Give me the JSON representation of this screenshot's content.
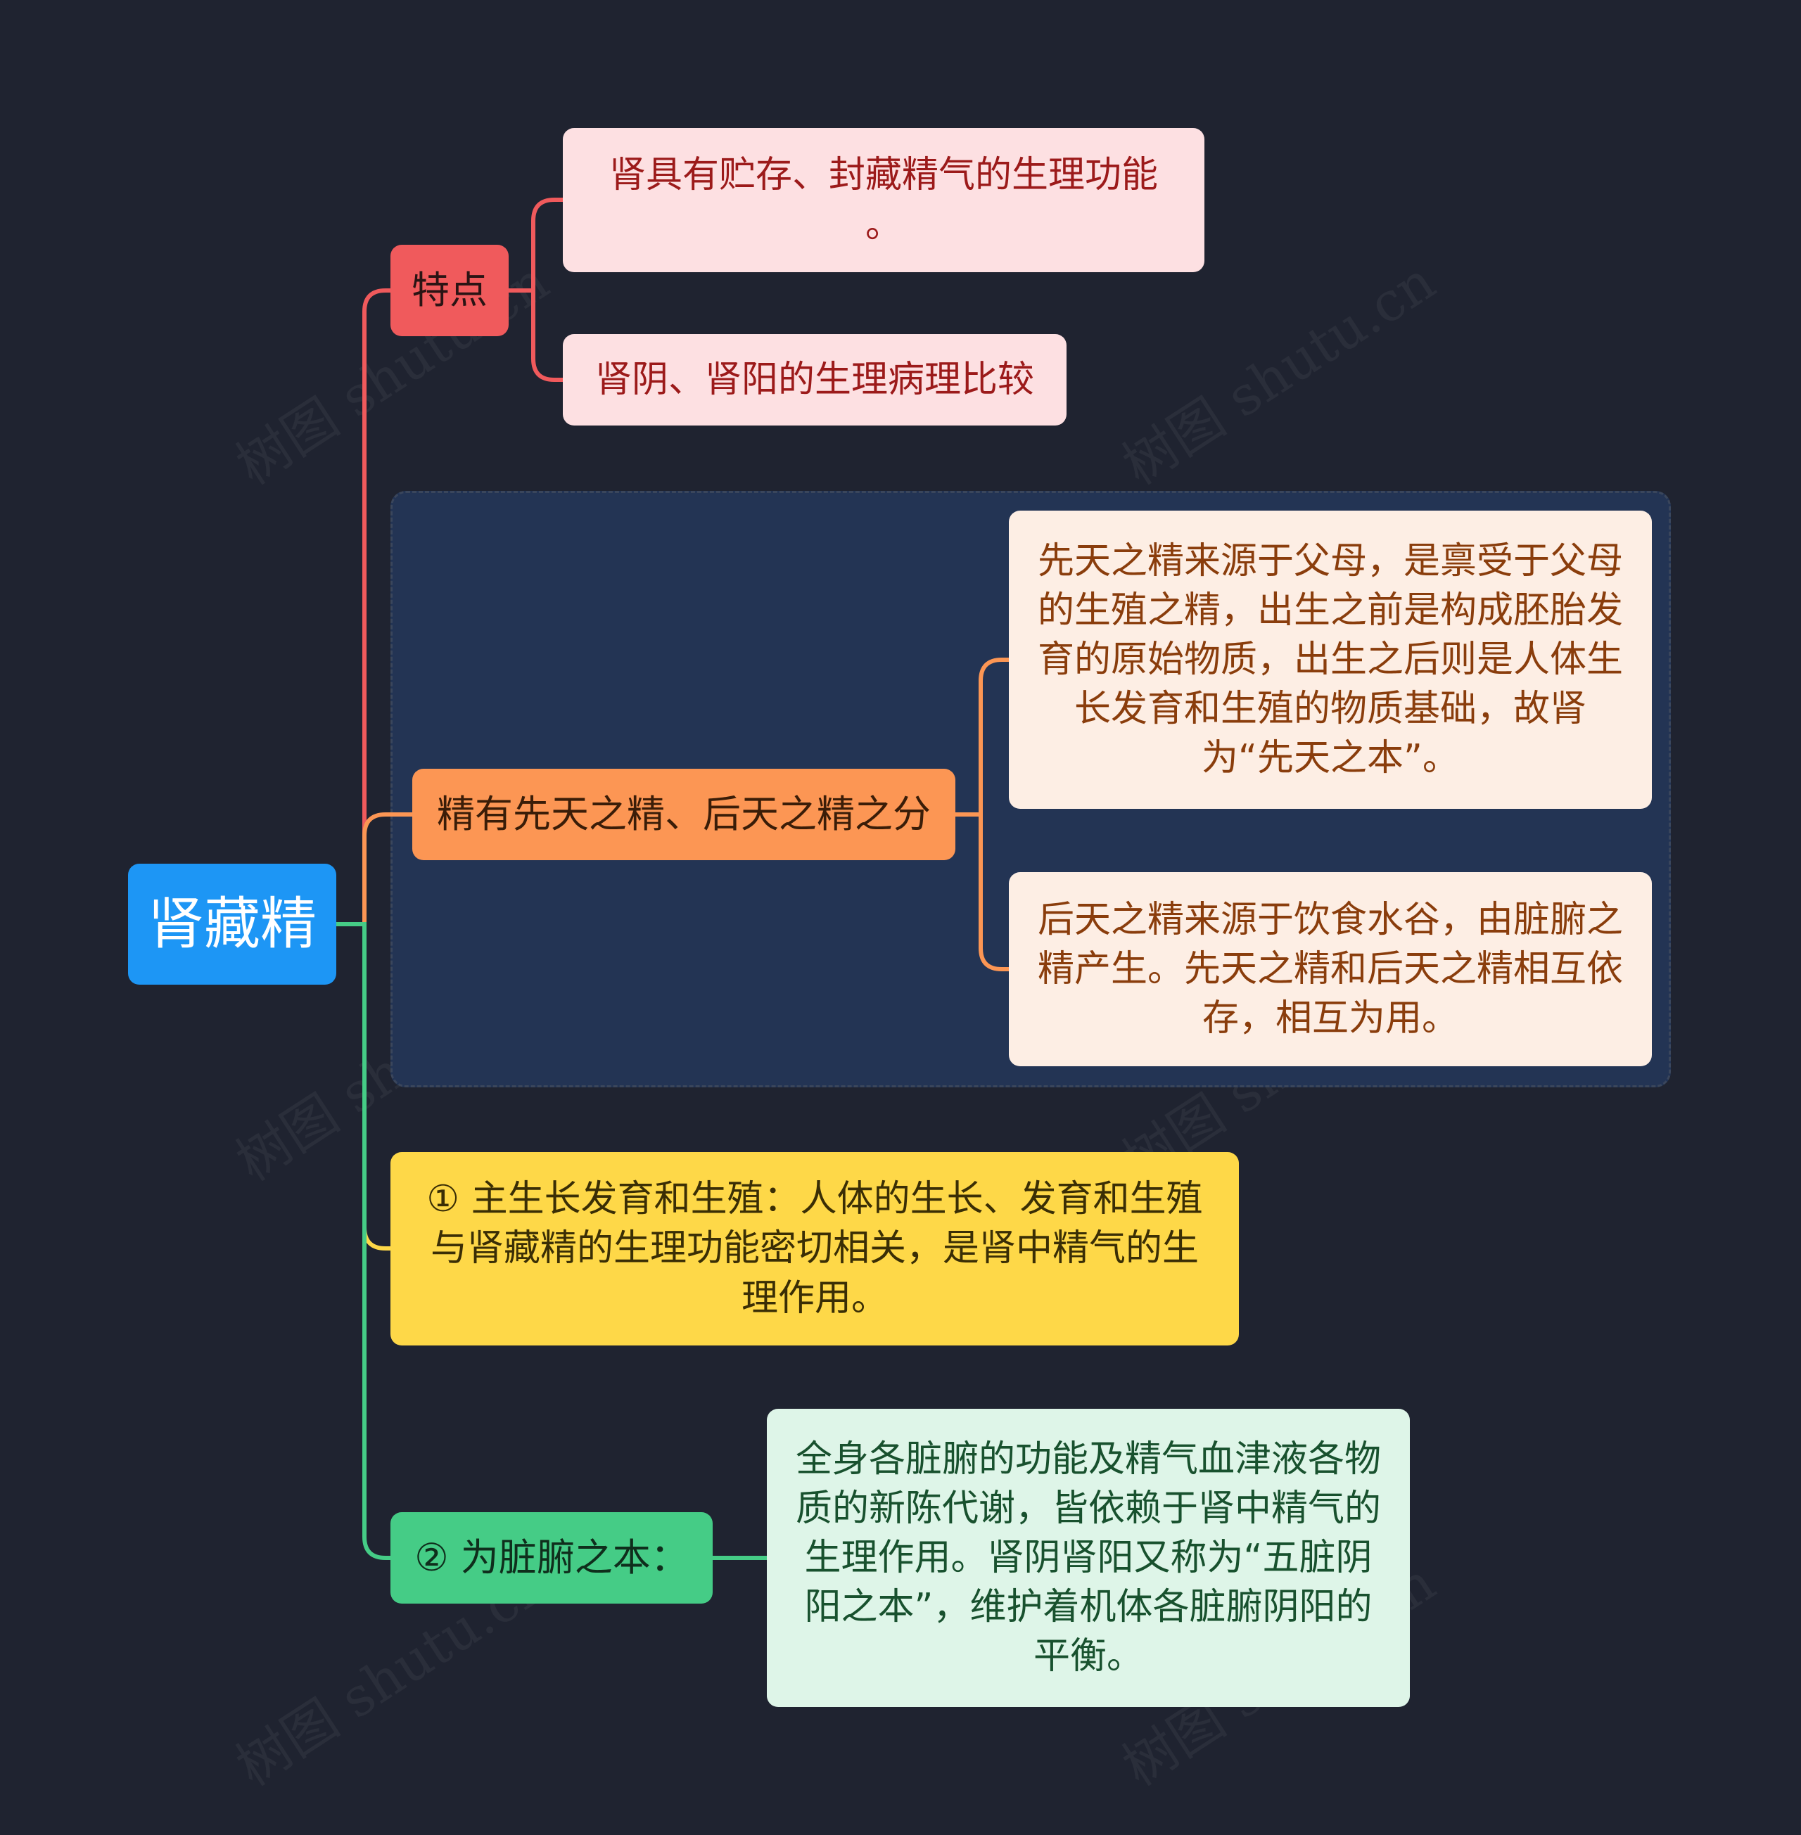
{
  "root": {
    "label": "肾藏精"
  },
  "branches": [
    {
      "label": "特点",
      "color": "#f05a5c",
      "children": [
        "肾具有贮存、封藏精气的生理功能\n。",
        "肾阴、肾阳的生理病理比较"
      ]
    },
    {
      "label": "精有先天之精、后天之精之分",
      "color": "#fc9654",
      "children": [
        "先天之精来源于父母，是禀受于父母的生殖之精，出生之前是构成胚胎发育的原始物质，出生之后则是人体生长发育和生殖的物质基础，故肾为“先天之本”。",
        "后天之精来源于饮食水谷，由脏腑之精产生。先天之精和后天之精相互依存，相互为用。"
      ]
    },
    {
      "label": "① 主生长发育和生殖：人体的生长、发育和生殖与肾藏精的生理功能密切相关，是肾中精气的生理作用。",
      "color": "#fed848",
      "children": []
    },
    {
      "label": "② 为脏腑之本：",
      "color": "#45cc86",
      "children": [
        "全身各脏腑的功能及精气血津液各物质的新陈代谢，皆依赖于肾中精气的生理作用。肾阴肾阳又称为“五脏阴阳之本”，维护着机体各脏腑阴阳的平衡。"
      ]
    }
  ],
  "watermark": "树图 shutu.cn"
}
